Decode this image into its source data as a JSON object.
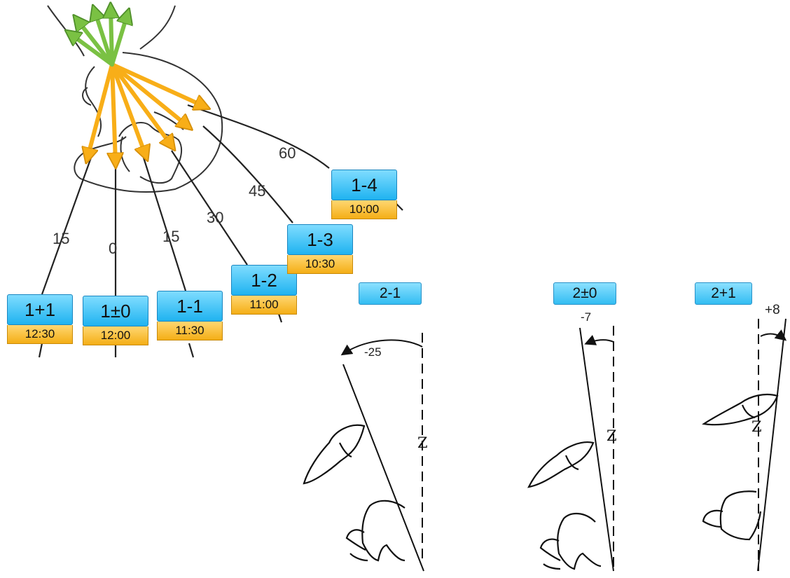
{
  "labels": [
    {
      "code": "1+1",
      "time": "12:30"
    },
    {
      "code": "1±0",
      "time": "12:00"
    },
    {
      "code": "1-1",
      "time": "11:30"
    },
    {
      "code": "1-2",
      "time": "11:00"
    },
    {
      "code": "1-3",
      "time": "10:30"
    },
    {
      "code": "1-4",
      "time": "10:00"
    }
  ],
  "line_angles": [
    "15",
    "0",
    "15",
    "30",
    "45",
    "60"
  ],
  "panels": [
    {
      "header": "2-1",
      "angle": "-25",
      "axis": "Z"
    },
    {
      "header": "2±0",
      "angle": "-7",
      "axis": "Z"
    },
    {
      "header": "2+1",
      "angle": "+8",
      "axis": "Z"
    }
  ],
  "colors": {
    "arrow_green": "#7ac143",
    "arrow_orange": "#f8ae18",
    "label_blue": "#33bdf2",
    "label_orange": "#f4ae16"
  }
}
